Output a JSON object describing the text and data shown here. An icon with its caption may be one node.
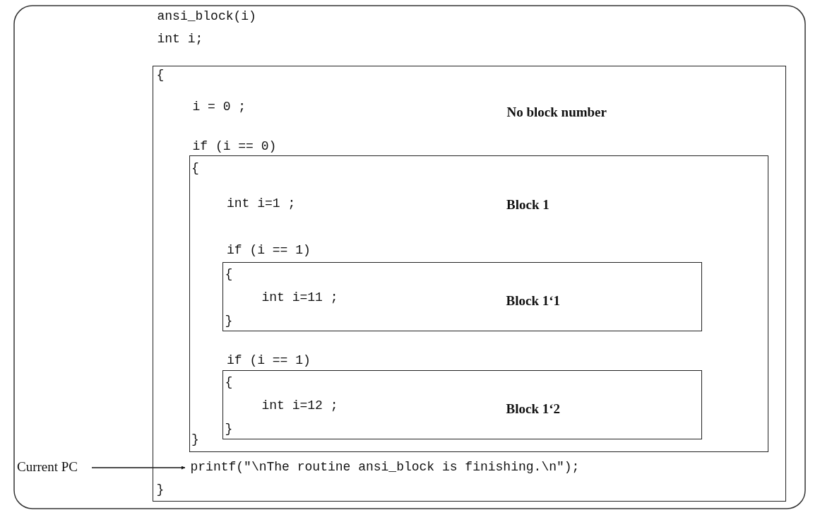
{
  "diagram": {
    "nodes": [
      {
        "text": [
          "ansi_block(i)",
          "int i;",
          "{",
          "i = 0 ;",
          "No block number",
          "if (i == 0)",
          "printf(\"\\nThe routine ansi_block is finishing.\\n\");",
          "}"
        ]
      },
      {
        "text": [
          "{",
          "int i=1 ;",
          "Block 1",
          "if (i == 1)",
          "if (i == 1)",
          "}"
        ],
        "in": 0
      },
      {
        "text": [
          "{",
          "int i=11 ;",
          "Block 1‘1",
          "}"
        ],
        "in": 1
      },
      {
        "text": [
          "{",
          "int i=12 ;",
          "Block 1‘2",
          "}"
        ],
        "in": 1
      },
      {
        "text": [
          "Current PC"
        ]
      }
    ],
    "edges": [
      {
        "from": 4,
        "to": 0,
        "arrow": "to"
      }
    ]
  }
}
